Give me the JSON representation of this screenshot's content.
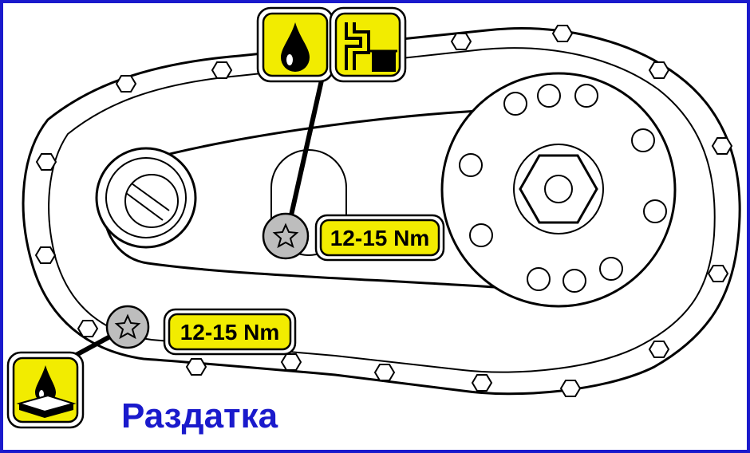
{
  "diagram": {
    "caption": "Раздатка",
    "caption_color": "#1a1acc",
    "frame_color": "#1a1acc",
    "highlight_color": "#f2ec00",
    "torque_labels": {
      "fill_plug": "12-15 Nm",
      "drain_plug": "12-15 Nm"
    },
    "icons": {
      "fill_plug_oil": "oil-drop-icon",
      "fill_plug_level": "oil-level-icon",
      "drain_plug_oil": "oil-drain-icon"
    }
  }
}
